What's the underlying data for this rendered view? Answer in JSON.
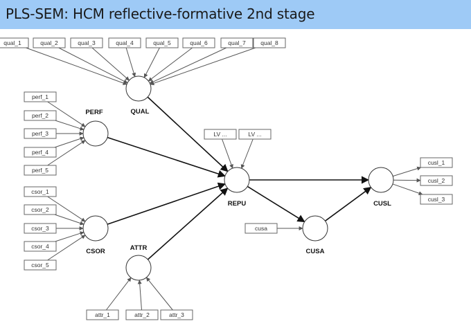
{
  "title": "PLS-SEM: HCM reflective-formative 2nd stage",
  "colors": {
    "title_bar": "#9ecaf6",
    "node_stroke": "#333333",
    "indicator_stroke": "#666666"
  },
  "constructs": [
    {
      "id": "QUAL",
      "label": "QUAL"
    },
    {
      "id": "PERF",
      "label": "PERF"
    },
    {
      "id": "CSOR",
      "label": "CSOR"
    },
    {
      "id": "ATTR",
      "label": "ATTR"
    },
    {
      "id": "REPU",
      "label": "REPU"
    },
    {
      "id": "CUSA",
      "label": "CUSA"
    },
    {
      "id": "CUSL",
      "label": "CUSL"
    }
  ],
  "indicators": [
    {
      "id": "qual_1",
      "label": "qual_1",
      "construct": "QUAL",
      "direction": "formative"
    },
    {
      "id": "qual_2",
      "label": "qual_2",
      "construct": "QUAL",
      "direction": "formative"
    },
    {
      "id": "qual_3",
      "label": "qual_3",
      "construct": "QUAL",
      "direction": "formative"
    },
    {
      "id": "qual_4",
      "label": "qual_4",
      "construct": "QUAL",
      "direction": "formative"
    },
    {
      "id": "qual_5",
      "label": "qual_5",
      "construct": "QUAL",
      "direction": "formative"
    },
    {
      "id": "qual_6",
      "label": "qual_6",
      "construct": "QUAL",
      "direction": "formative"
    },
    {
      "id": "qual_7",
      "label": "qual_7",
      "construct": "QUAL",
      "direction": "formative"
    },
    {
      "id": "qual_8",
      "label": "qual_8",
      "construct": "QUAL",
      "direction": "formative"
    },
    {
      "id": "perf_1",
      "label": "perf_1",
      "construct": "PERF",
      "direction": "formative"
    },
    {
      "id": "perf_2",
      "label": "perf_2",
      "construct": "PERF",
      "direction": "formative"
    },
    {
      "id": "perf_3",
      "label": "perf_3",
      "construct": "PERF",
      "direction": "formative"
    },
    {
      "id": "perf_4",
      "label": "perf_4",
      "construct": "PERF",
      "direction": "formative"
    },
    {
      "id": "perf_5",
      "label": "perf_5",
      "construct": "PERF",
      "direction": "formative"
    },
    {
      "id": "csor_1",
      "label": "csor_1",
      "construct": "CSOR",
      "direction": "formative"
    },
    {
      "id": "csor_2",
      "label": "csor_2",
      "construct": "CSOR",
      "direction": "formative"
    },
    {
      "id": "csor_3",
      "label": "csor_3",
      "construct": "CSOR",
      "direction": "formative"
    },
    {
      "id": "csor_4",
      "label": "csor_4",
      "construct": "CSOR",
      "direction": "formative"
    },
    {
      "id": "csor_5",
      "label": "csor_5",
      "construct": "CSOR",
      "direction": "formative"
    },
    {
      "id": "attr_1",
      "label": "attr_1",
      "construct": "ATTR",
      "direction": "formative"
    },
    {
      "id": "attr_2",
      "label": "attr_2",
      "construct": "ATTR",
      "direction": "formative"
    },
    {
      "id": "attr_3",
      "label": "attr_3",
      "construct": "ATTR",
      "direction": "formative"
    },
    {
      "id": "lv_a",
      "label": "LV ...",
      "construct": "REPU",
      "direction": "formative"
    },
    {
      "id": "lv_b",
      "label": "LV ...",
      "construct": "REPU",
      "direction": "formative"
    },
    {
      "id": "cusa",
      "label": "cusa",
      "construct": "CUSA",
      "direction": "formative"
    },
    {
      "id": "cusl_1",
      "label": "cusl_1",
      "construct": "CUSL",
      "direction": "reflective"
    },
    {
      "id": "cusl_2",
      "label": "cusl_2",
      "construct": "CUSL",
      "direction": "reflective"
    },
    {
      "id": "cusl_3",
      "label": "cusl_3",
      "construct": "CUSL",
      "direction": "reflective"
    }
  ],
  "paths": [
    {
      "from": "QUAL",
      "to": "REPU"
    },
    {
      "from": "PERF",
      "to": "REPU"
    },
    {
      "from": "CSOR",
      "to": "REPU"
    },
    {
      "from": "ATTR",
      "to": "REPU"
    },
    {
      "from": "REPU",
      "to": "CUSA"
    },
    {
      "from": "REPU",
      "to": "CUSL"
    },
    {
      "from": "CUSA",
      "to": "CUSL"
    }
  ]
}
